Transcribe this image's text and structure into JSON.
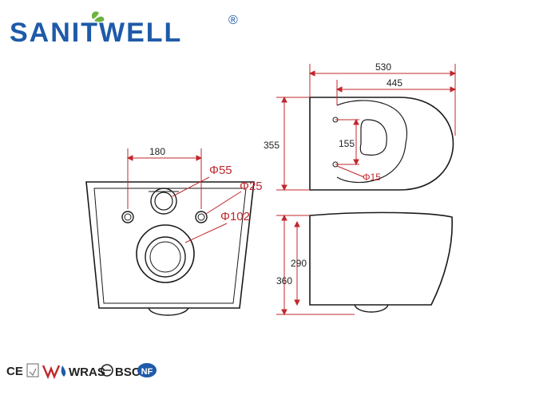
{
  "brand": {
    "name": "SANITWELL",
    "registered": "®"
  },
  "colors": {
    "brand_blue": "#1e5aa8",
    "leaf_green": "#6db33f",
    "dimension_red": "#c0282d",
    "drawing_line": "#1a1a1a",
    "dim_line": "#333333"
  },
  "front_view": {
    "spacing_label": "180",
    "inlet_label": "Φ55",
    "bolt_hole_label": "Φ25",
    "outlet_label": "Φ102"
  },
  "top_view": {
    "length_label": "530",
    "inner_length_label": "445",
    "width_label": "355",
    "bolt_spacing_label": "155",
    "bolt_hole_label": "Φ15"
  },
  "side_view": {
    "inner_height_label": "290",
    "height_label": "360"
  },
  "certifications": [
    "CE",
    "WaterMark",
    "W",
    "WRAS",
    "BSCI",
    "NF"
  ]
}
